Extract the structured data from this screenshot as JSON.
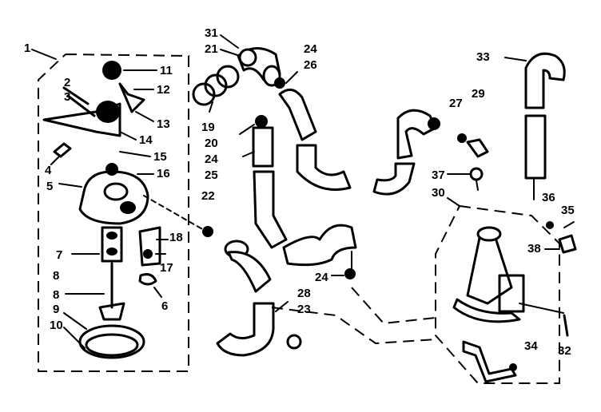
{
  "labels": {
    "l1": "1",
    "l2": "2",
    "l3": "3",
    "l4": "4",
    "l5": "5",
    "l6": "6",
    "l7": "7",
    "l8a": "8",
    "l8b": "8",
    "l9": "9",
    "l10": "10",
    "l11": "11",
    "l12": "12",
    "l13": "13",
    "l14": "14",
    "l15": "15",
    "l16": "16",
    "l17": "17",
    "l18": "18",
    "l19": "19",
    "l20": "20",
    "l21": "21",
    "l22": "22",
    "l23": "23",
    "l24a": "24",
    "l24b": "24",
    "l24c": "24",
    "l25": "25",
    "l26": "26",
    "l27": "27",
    "l28": "28",
    "l29": "29",
    "l30": "30",
    "l31": "31",
    "l32": "32",
    "l33": "33",
    "l34": "34",
    "l35": "35",
    "l36": "36",
    "l37": "37",
    "l38": "38"
  }
}
